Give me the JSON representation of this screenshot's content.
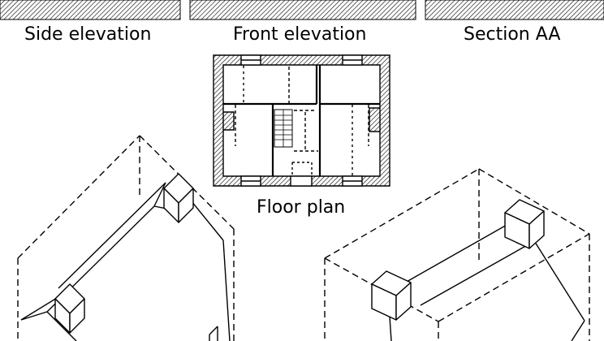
{
  "labels": {
    "side_elevation": "Side elevation",
    "front_elevation": "Front elevation",
    "section_aa": "Section AA",
    "floor_plan": "Floor plan"
  },
  "colors": {
    "line": "#000000",
    "background": "#ffffff",
    "wall_hatch": "#000000"
  }
}
